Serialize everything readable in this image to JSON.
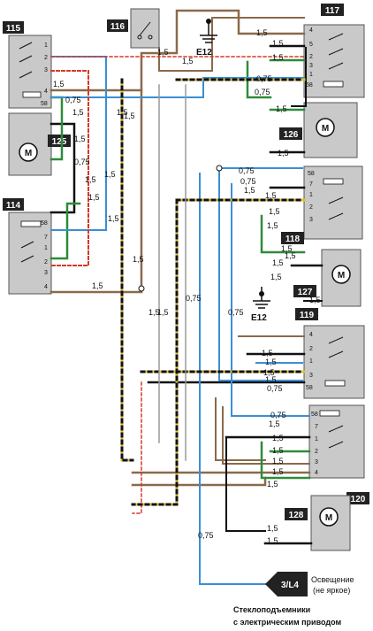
{
  "components": [
    {
      "id": "c115",
      "label": "115"
    },
    {
      "id": "c116",
      "label": "116"
    },
    {
      "id": "c117",
      "label": "117"
    },
    {
      "id": "c125",
      "label": "125"
    },
    {
      "id": "c126",
      "label": "126"
    },
    {
      "id": "c114",
      "label": "114"
    },
    {
      "id": "c118",
      "label": "118"
    },
    {
      "id": "c127",
      "label": "127"
    },
    {
      "id": "c119",
      "label": "119"
    },
    {
      "id": "c120",
      "label": "120"
    },
    {
      "id": "c128",
      "label": "128"
    }
  ],
  "grounds": [
    {
      "id": "g1",
      "label": "E12"
    },
    {
      "id": "g2",
      "label": "E12"
    }
  ],
  "connector_ref": {
    "label": "3/L4"
  },
  "lighting_note": {
    "line1": "Освещение",
    "line2": "(не яркое)"
  },
  "caption": {
    "line1": "Стеклоподъемники",
    "line2": "с электрическим приводом"
  },
  "motor_symbol": "M",
  "pins": {
    "c115": [
      "1",
      "2",
      "3",
      "4",
      "58"
    ],
    "c117": [
      "4",
      "5",
      "2",
      "3",
      "1",
      "58"
    ],
    "c114": [
      "58",
      "7",
      "1",
      "2",
      "3",
      "4"
    ],
    "c118": [
      "58",
      "7",
      "1",
      "2",
      "3"
    ],
    "c119": [
      "4",
      "2",
      "1",
      "3",
      "58"
    ],
    "c120": [
      "58",
      "7",
      "1",
      "2",
      "3",
      "4"
    ]
  },
  "wire_labels": [
    "1,5",
    "0,75"
  ]
}
